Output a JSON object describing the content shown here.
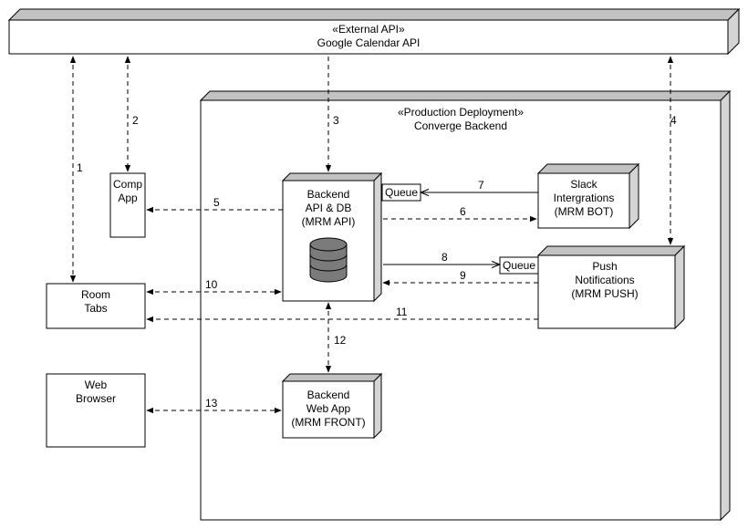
{
  "external_api": {
    "stereotype": "«External API»",
    "name": "Google Calendar API"
  },
  "production": {
    "stereotype": "«Production Deployment»",
    "name": "Converge Backend"
  },
  "nodes": {
    "comp_app": [
      "Comp",
      "App"
    ],
    "room_tabs": [
      "Room",
      "Tabs"
    ],
    "web_browser": [
      "Web",
      "Browser"
    ],
    "backend_api": [
      "Backend",
      "API & DB",
      "(MRM API)"
    ],
    "slack": [
      "Slack",
      "Intergrations",
      "(MRM BOT)"
    ],
    "push": [
      "Push",
      "Notifications",
      "(MRM PUSH)"
    ],
    "web_app": [
      "Backend",
      "Web App",
      "(MRM FRONT)"
    ]
  },
  "queues": {
    "slack_queue": "Queue",
    "push_queue": "Queue"
  },
  "connection_labels": {
    "c1": "1",
    "c2": "2",
    "c3": "3",
    "c4": "4",
    "c5": "5",
    "c6": "6",
    "c7": "7",
    "c8": "8",
    "c9": "9",
    "c10": "10",
    "c11": "11",
    "c12": "12",
    "c13": "13"
  },
  "colors": {
    "stroke": "#000000",
    "box_face": "#ffffff",
    "box_side": "#d4d4d4",
    "box_top": "#c2c2c2",
    "database": "#7b7b7b"
  }
}
